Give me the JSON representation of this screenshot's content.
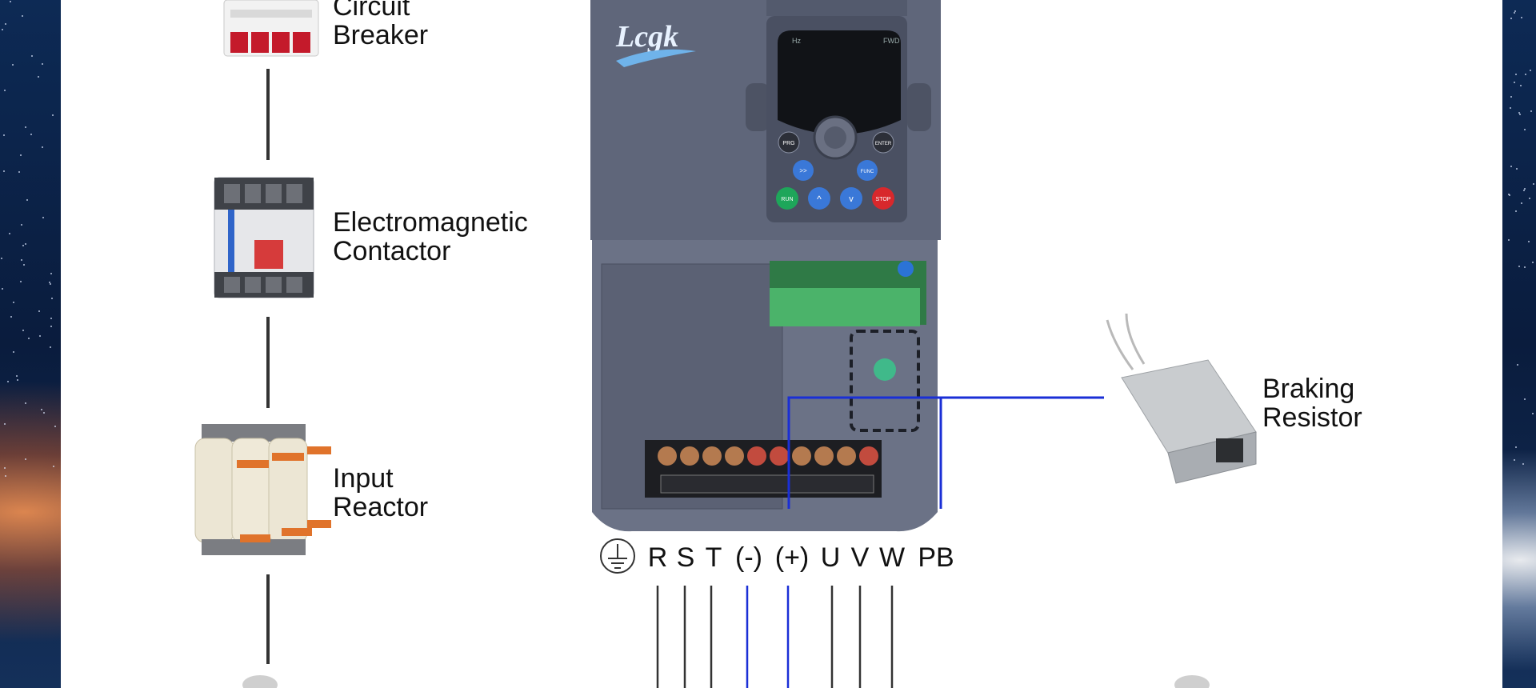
{
  "labels": {
    "circuit_breaker": [
      "Circuit",
      "Breaker"
    ],
    "contactor": [
      "Electromagnetic",
      "Contactor"
    ],
    "input_reactor": [
      "Input",
      "Reactor"
    ],
    "braking_resistor": [
      "Braking",
      "Resistor"
    ]
  },
  "inverter": {
    "brand": "Lcgk",
    "keys": [
      "PRG",
      "ENTER",
      ">>",
      "FUNC",
      "RUN",
      "^",
      "v",
      "STOP"
    ]
  },
  "terminals": [
    "R",
    "S",
    "T",
    "(-)",
    "(+)",
    "U",
    "V",
    "W",
    "PB"
  ],
  "colors": {
    "wire": "#222222",
    "brake_wire": "#1a2fd6",
    "inverter_body": "#5d6478",
    "panel": "#ffffff"
  }
}
